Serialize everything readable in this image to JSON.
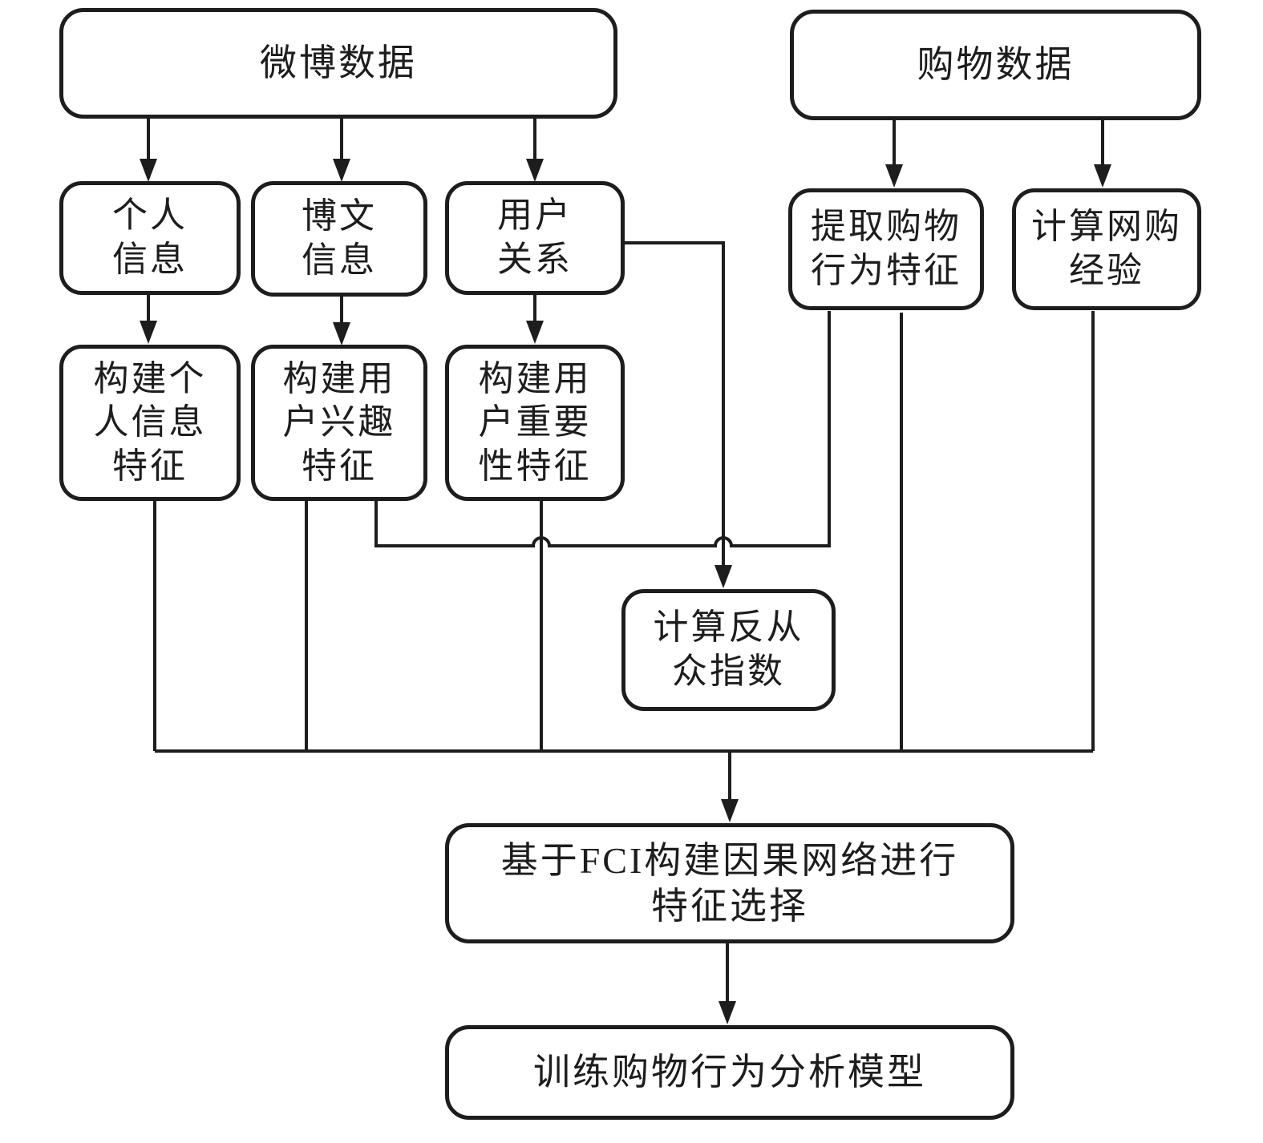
{
  "colors": {
    "background": "#ffffff",
    "box_fill": "#ffffff",
    "box_border": "#1d1d1d",
    "line_stroke": "#1d1d1d",
    "text": "#1d1d1d"
  },
  "nodes": {
    "weibo_data": {
      "label": "微博数据"
    },
    "shopping_data": {
      "label": "购物数据"
    },
    "personal_info": {
      "label": "个人\n信息"
    },
    "blog_info": {
      "label": "博文\n信息"
    },
    "user_relation": {
      "label": "用户\n关系"
    },
    "extract_shopping_behavior": {
      "label": "提取购物\n行为特征"
    },
    "calc_online_shopping_exp": {
      "label": "计算网购\n经验"
    },
    "build_personal_features": {
      "label": "构建个\n人信息\n特征"
    },
    "build_interest_features": {
      "label": "构建用\n户兴趣\n特征"
    },
    "build_importance_features": {
      "label": "构建用\n户重要\n性特征"
    },
    "calc_anti_conformity": {
      "label": "计算反从\n众指数"
    },
    "fci_feature_selection": {
      "label": "基于FCI构建因果网络进行\n特征选择"
    },
    "train_model": {
      "label": "训练购物行为分析模型"
    }
  },
  "edges": [
    {
      "from": "weibo_data",
      "to": "personal_info",
      "style": "arrow"
    },
    {
      "from": "weibo_data",
      "to": "blog_info",
      "style": "arrow"
    },
    {
      "from": "weibo_data",
      "to": "user_relation",
      "style": "arrow"
    },
    {
      "from": "shopping_data",
      "to": "extract_shopping_behavior",
      "style": "arrow"
    },
    {
      "from": "shopping_data",
      "to": "calc_online_shopping_exp",
      "style": "arrow"
    },
    {
      "from": "personal_info",
      "to": "build_personal_features",
      "style": "arrow"
    },
    {
      "from": "blog_info",
      "to": "build_interest_features",
      "style": "arrow"
    },
    {
      "from": "user_relation",
      "to": "build_importance_features",
      "style": "arrow"
    },
    {
      "from": "user_relation",
      "to": "calc_anti_conformity",
      "style": "arrow"
    },
    {
      "from": "build_interest_features",
      "to": "extract_shopping_behavior",
      "style": "line-with-hops"
    },
    {
      "from": "build_personal_features",
      "to": "bus",
      "style": "line"
    },
    {
      "from": "build_interest_features",
      "to": "bus",
      "style": "line"
    },
    {
      "from": "build_importance_features",
      "to": "bus",
      "style": "line"
    },
    {
      "from": "extract_shopping_behavior",
      "to": "bus",
      "style": "line"
    },
    {
      "from": "calc_online_shopping_exp",
      "to": "bus",
      "style": "line"
    },
    {
      "from": "bus",
      "to": "fci_feature_selection",
      "style": "arrow"
    },
    {
      "from": "fci_feature_selection",
      "to": "train_model",
      "style": "arrow"
    }
  ]
}
